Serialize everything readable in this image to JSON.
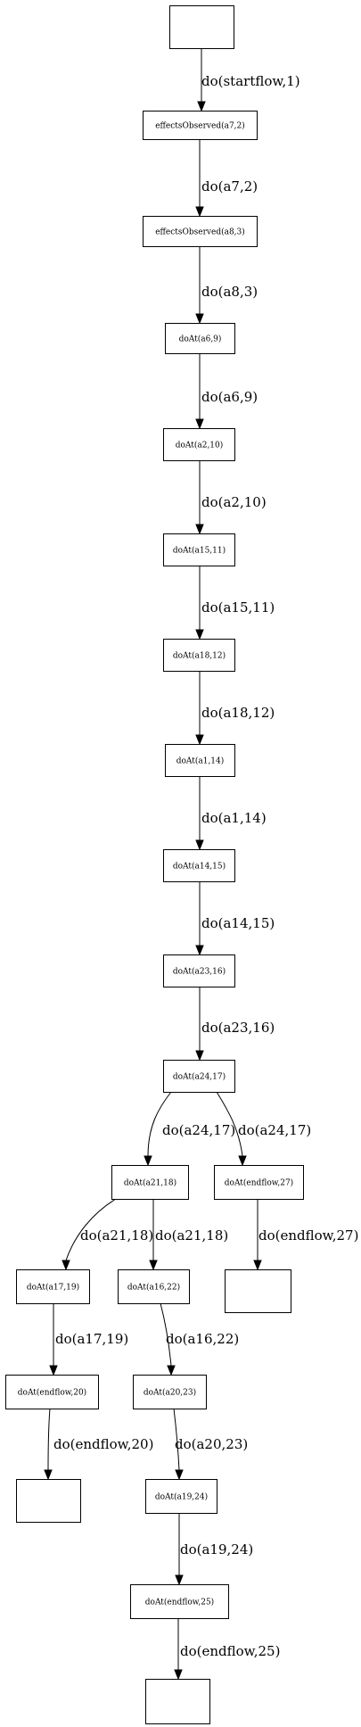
{
  "diagram": {
    "type": "flow-graph",
    "nodes": [
      {
        "id": "start",
        "label": ""
      },
      {
        "id": "n1",
        "label": "effectsObserved(a7,2)"
      },
      {
        "id": "n2",
        "label": "effectsObserved(a8,3)"
      },
      {
        "id": "n3",
        "label": "doAt(a6,9)"
      },
      {
        "id": "n4",
        "label": "doAt(a2,10)"
      },
      {
        "id": "n5",
        "label": "doAt(a15,11)"
      },
      {
        "id": "n6",
        "label": "doAt(a18,12)"
      },
      {
        "id": "n7",
        "label": "doAt(a1,14)"
      },
      {
        "id": "n8",
        "label": "doAt(a14,15)"
      },
      {
        "id": "n9",
        "label": "doAt(a23,16)"
      },
      {
        "id": "n10",
        "label": "doAt(a24,17)"
      },
      {
        "id": "n11",
        "label": "doAt(a21,18)"
      },
      {
        "id": "n12",
        "label": "doAt(endflow,27)"
      },
      {
        "id": "end_right",
        "label": ""
      },
      {
        "id": "n13",
        "label": "doAt(a17,19)"
      },
      {
        "id": "n14",
        "label": "doAt(a16,22)"
      },
      {
        "id": "n15",
        "label": "doAt(endflow,20)"
      },
      {
        "id": "end_left",
        "label": ""
      },
      {
        "id": "n16",
        "label": "doAt(a20,23)"
      },
      {
        "id": "n17",
        "label": "doAt(a19,24)"
      },
      {
        "id": "n18",
        "label": "doAt(endflow,25)"
      },
      {
        "id": "end_mid",
        "label": ""
      }
    ],
    "edges": [
      {
        "from": "start",
        "to": "n1",
        "label": "do(startflow,1)"
      },
      {
        "from": "n1",
        "to": "n2",
        "label": "do(a7,2)"
      },
      {
        "from": "n2",
        "to": "n3",
        "label": "do(a8,3)"
      },
      {
        "from": "n3",
        "to": "n4",
        "label": "do(a6,9)"
      },
      {
        "from": "n4",
        "to": "n5",
        "label": "do(a2,10)"
      },
      {
        "from": "n5",
        "to": "n6",
        "label": "do(a15,11)"
      },
      {
        "from": "n6",
        "to": "n7",
        "label": "do(a18,12)"
      },
      {
        "from": "n7",
        "to": "n8",
        "label": "do(a1,14)"
      },
      {
        "from": "n8",
        "to": "n9",
        "label": "do(a14,15)"
      },
      {
        "from": "n9",
        "to": "n10",
        "label": "do(a23,16)"
      },
      {
        "from": "n10",
        "to": "n11",
        "label": "do(a24,17)"
      },
      {
        "from": "n10",
        "to": "n12",
        "label": "do(a24,17)"
      },
      {
        "from": "n12",
        "to": "end_right",
        "label": "do(endflow,27)"
      },
      {
        "from": "n11",
        "to": "n13",
        "label": "do(a21,18)"
      },
      {
        "from": "n11",
        "to": "n14",
        "label": "do(a21,18)"
      },
      {
        "from": "n13",
        "to": "n15",
        "label": "do(a17,19)"
      },
      {
        "from": "n15",
        "to": "end_left",
        "label": "do(endflow,20)"
      },
      {
        "from": "n14",
        "to": "n16",
        "label": "do(a16,22)"
      },
      {
        "from": "n16",
        "to": "n17",
        "label": "do(a20,23)"
      },
      {
        "from": "n17",
        "to": "n18",
        "label": "do(a19,24)"
      },
      {
        "from": "n18",
        "to": "end_mid",
        "label": "do(endflow,25)"
      }
    ]
  }
}
